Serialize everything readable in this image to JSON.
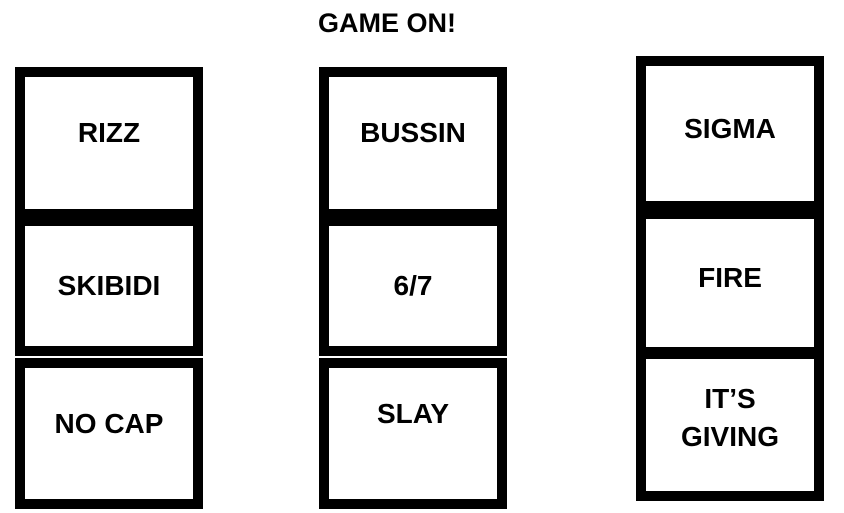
{
  "title": "GAME ON!",
  "columns": [
    {
      "cells": [
        "RIZZ",
        "SKIBIDI",
        "NO CAP"
      ]
    },
    {
      "cells": [
        "BUSSIN",
        "6/7",
        "SLAY"
      ]
    },
    {
      "cells": [
        "SIGMA",
        "FIRE",
        "IT’S GIVING"
      ]
    }
  ],
  "colors": {
    "border": "#000000",
    "background": "#ffffff"
  }
}
